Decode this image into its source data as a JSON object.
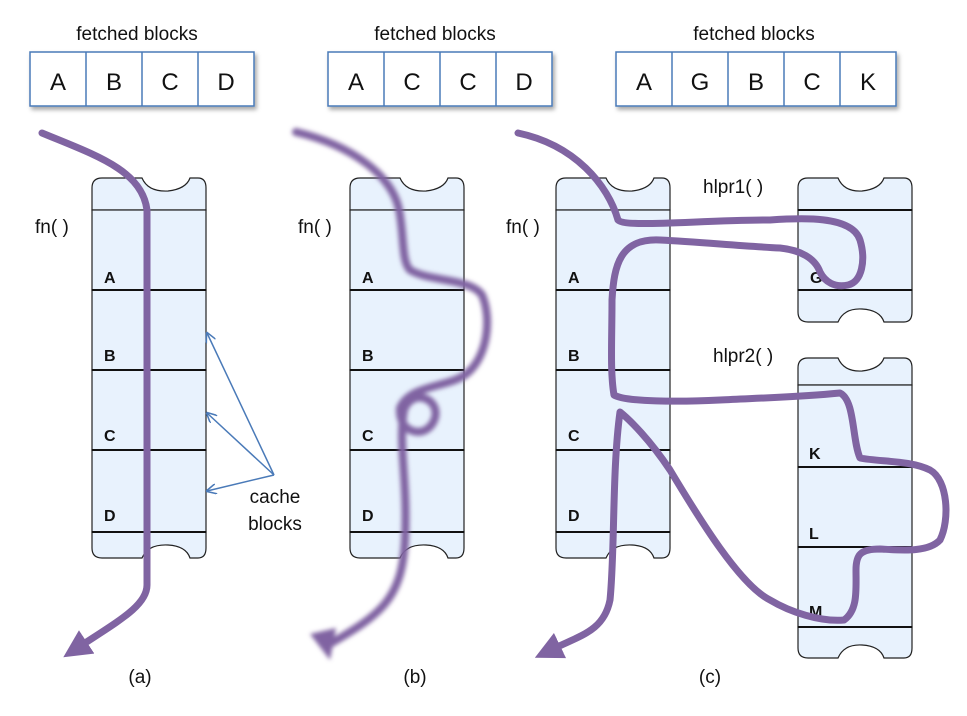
{
  "panels": [
    {
      "caption": "(a)",
      "fetched_title": "fetched blocks",
      "fetched": [
        "A",
        "B",
        "C",
        "D"
      ],
      "function_label": "fn( )",
      "blocks": [
        "A",
        "B",
        "C",
        "D"
      ]
    },
    {
      "caption": "(b)",
      "fetched_title": "fetched blocks",
      "fetched": [
        "A",
        "C",
        "C",
        "D"
      ],
      "function_label": "fn( )",
      "blocks": [
        "A",
        "B",
        "C",
        "D"
      ]
    },
    {
      "caption": "(c)",
      "fetched_title": "fetched blocks",
      "fetched": [
        "A",
        "G",
        "B",
        "C",
        "K"
      ],
      "function_label": "fn( )",
      "blocks": [
        "A",
        "B",
        "C",
        "D"
      ],
      "helpers": [
        {
          "label": "hlpr1( )",
          "blocks": [
            "G"
          ]
        },
        {
          "label": "hlpr2( )",
          "blocks": [
            "K",
            "L",
            "M"
          ]
        }
      ]
    }
  ],
  "annotation": {
    "line1": "cache",
    "line2": "blocks"
  },
  "colors": {
    "path": "#8064a2",
    "block_fill": "#e8f2fd",
    "fetched_border": "#4a7ab8",
    "arrow": "#4a7ab8"
  }
}
